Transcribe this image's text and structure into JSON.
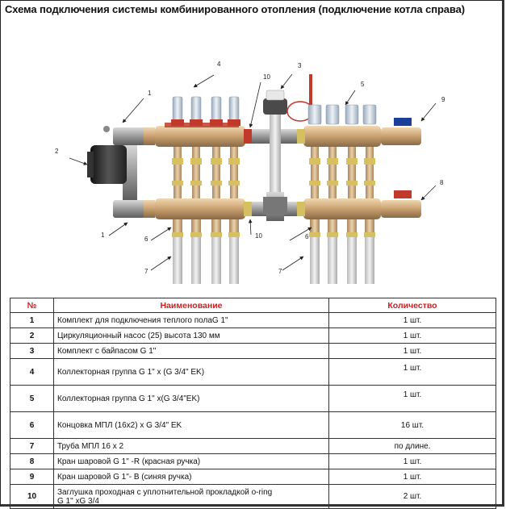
{
  "title": "Схема подключения системы комбинированного отопления (подключение котла справа)",
  "callouts": [
    "1",
    "2",
    "1",
    "4",
    "10",
    "3",
    "5",
    "9",
    "6",
    "10",
    "8",
    "7",
    "6",
    "7"
  ],
  "table": {
    "headers": {
      "num": "№",
      "name": "Наименование",
      "qty": "Количество"
    },
    "rows": [
      {
        "num": "1",
        "name": "Комплект для подключения теплого полаG 1\"",
        "qty": "1 шт."
      },
      {
        "num": "2",
        "name": "Циркуляционный насос (25) высота 130 мм",
        "qty": "1 шт."
      },
      {
        "num": "3",
        "name": "Комплект с байпасом G 1\"",
        "qty": "1 шт."
      },
      {
        "num": "4",
        "name": "Коллекторная группа  G 1\" x (G 3/4\" EK)",
        "qty": "1 шт."
      },
      {
        "num": "5",
        "name": "Коллекторная группа  G 1\" x(G 3/4\"EK)",
        "qty": "1 шт."
      },
      {
        "num": "6",
        "name": "Концовка МПЛ  (16x2) x G 3/4\" EK",
        "qty": "16 шт."
      },
      {
        "num": "7",
        "name": "Труба МПЛ 16 x 2",
        "qty": "по длине."
      },
      {
        "num": "8",
        "name": "Кран шаровой G 1\" -R (красная ручка)",
        "qty": "1 шт."
      },
      {
        "num": "9",
        "name": "Кран шаровой G 1\"- B (синяя ручка)",
        "qty": "1 шт."
      },
      {
        "num": "10",
        "name": "Заглушка проходная с уплотнительной прокладкой o-ring",
        "name2": "G 1\" xG 3/4",
        "qty": "2 шт."
      }
    ]
  }
}
